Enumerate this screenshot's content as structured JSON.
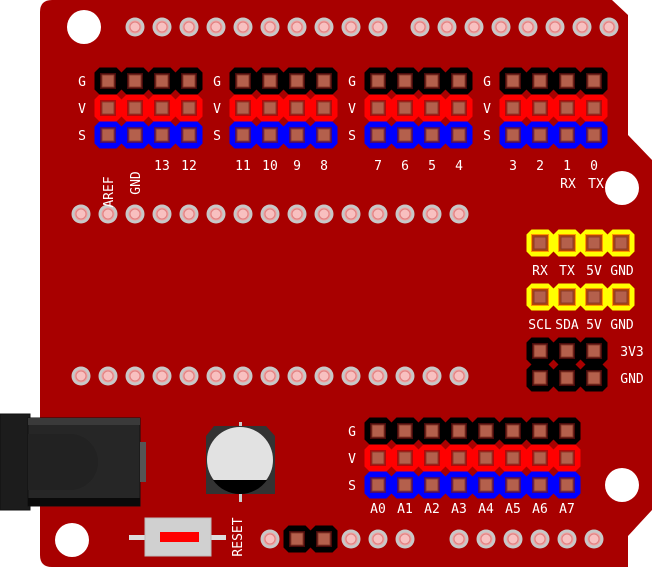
{
  "colors": {
    "board": "#a80000",
    "ground": "#000000",
    "power": "#ff0000",
    "signal": "#0000ff",
    "uart_i2c": "#ffff00",
    "pad": "#b4604c"
  },
  "row_labels": [
    "G",
    "V",
    "S"
  ],
  "digital_groups": [
    {
      "pins": [
        "AREF",
        "GND",
        "13",
        "12"
      ]
    },
    {
      "pins": [
        "11",
        "10",
        "9",
        "8"
      ]
    },
    {
      "pins": [
        "7",
        "6",
        "5",
        "4"
      ]
    },
    {
      "pins": [
        "3",
        "2",
        "1",
        "0"
      ]
    }
  ],
  "serial_labels": {
    "rx": "RX",
    "tx": "TX"
  },
  "uart_header": [
    "RX",
    "TX",
    "5V",
    "GND"
  ],
  "i2c_header": [
    "SCL",
    "SDA",
    "5V",
    "GND"
  ],
  "power_header": [
    "3V3",
    "GND"
  ],
  "analog_pins": [
    "A0",
    "A1",
    "A2",
    "A3",
    "A4",
    "A5",
    "A6",
    "A7"
  ],
  "reset_label": "RESET"
}
